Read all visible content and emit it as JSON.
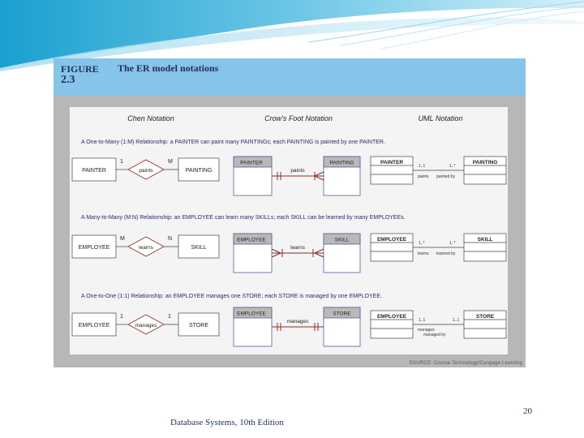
{
  "figure": {
    "label": "FIGURE",
    "number": "2.3",
    "title": "The ER model notations",
    "source": "SOURCE: Course Technology/Cengage Learning"
  },
  "columns": {
    "chen": "Chen Notation",
    "crows": "Crow's Foot Notation",
    "uml": "UML Notation"
  },
  "rows": [
    {
      "caption": "A One-to-Many (1:M) Relationship: a PAINTER can paint many PAINTINGs; each PAINTING is painted by one PAINTER.",
      "entity_a": "PAINTER",
      "entity_b": "PAINTING",
      "relationship": "paints",
      "chen_card_a": "1",
      "chen_card_b": "M",
      "uml_mult_a": "1..1",
      "uml_mult_b": "1..*",
      "uml_role_a": "paints",
      "uml_role_b": "painted by"
    },
    {
      "caption": "A Many-to-Many (M:N) Relationship: an EMPLOYEE can learn many SKILLs; each SKILL can be learned by many EMPLOYEEs.",
      "entity_a": "EMPLOYEE",
      "entity_b": "SKILL",
      "relationship": "learns",
      "chen_card_a": "M",
      "chen_card_b": "N",
      "uml_mult_a": "1..*",
      "uml_mult_b": "1..*",
      "uml_role_a": "learns",
      "uml_role_b": "learned by"
    },
    {
      "caption": "A One-to-One (1:1) Relationship: an EMPLOYEE manages one STORE; each STORE is managed by one EMPLOYEE.",
      "entity_a": "EMPLOYEE",
      "entity_b": "STORE",
      "relationship": "manages",
      "chen_card_a": "1",
      "chen_card_b": "1",
      "uml_mult_a": "1..1",
      "uml_mult_b": "1..1",
      "uml_role_a": "manages",
      "uml_role_b": "managed by"
    }
  ],
  "footer": {
    "text": "Database Systems, 10th Edition",
    "page": "20"
  },
  "colors": {
    "header_bg": "#86c4ea",
    "frame": "#b7b7b7",
    "entity_border": "#5a5ba0",
    "relation_line": "#8b2a2a",
    "title_text": "#1f2f5a"
  }
}
